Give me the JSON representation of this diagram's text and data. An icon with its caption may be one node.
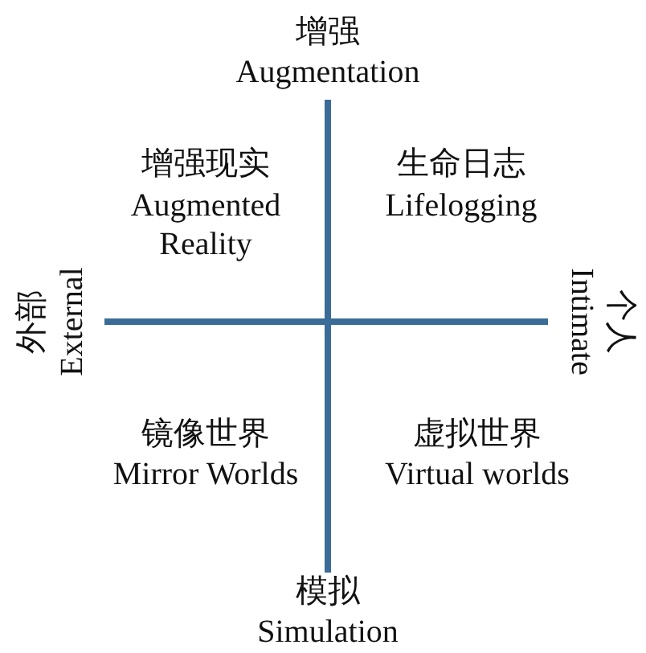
{
  "diagram": {
    "labels": [
      "增强",
      "Augmentation",
      "增强现实",
      "Augmented Reality",
      "生命日志",
      "Lifelogging",
      "外部",
      "External",
      "个人",
      "Intimate",
      "镜像世界",
      "Mirror Worlds",
      "虚拟世界",
      "Virtual worlds",
      "模拟",
      "Simulation"
    ]
  }
}
